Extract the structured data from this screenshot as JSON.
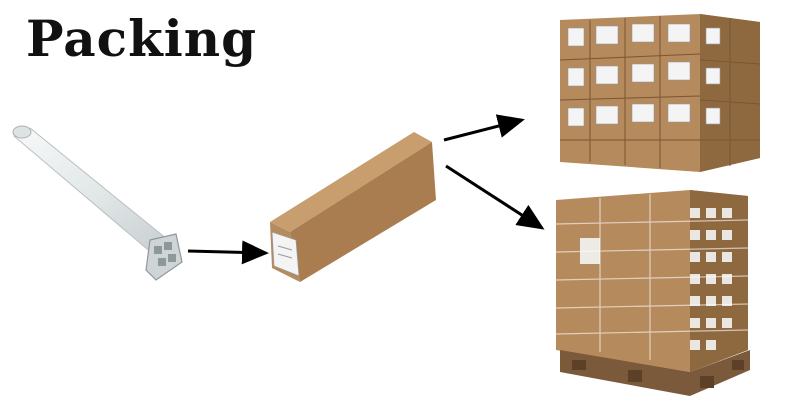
{
  "title": "Packing",
  "colors": {
    "background": "#ffffff",
    "title": "#111111",
    "arrow": "#000000",
    "cardboard": "#b58a5c",
    "cardboard_dark": "#8e6940",
    "cardboard_light": "#c99e6e",
    "roll": "#eef1f1",
    "label": "#f4f4f4",
    "pallet_wood": "#7a5a3a"
  },
  "steps": [
    {
      "id": "film-roll",
      "icon": "film-roll-icon"
    },
    {
      "id": "single-carton",
      "icon": "carton-box-icon"
    },
    {
      "id": "stacked-cartons",
      "icon": "stacked-cartons-icon"
    },
    {
      "id": "wrapped-pallet",
      "icon": "wrapped-pallet-icon"
    }
  ]
}
